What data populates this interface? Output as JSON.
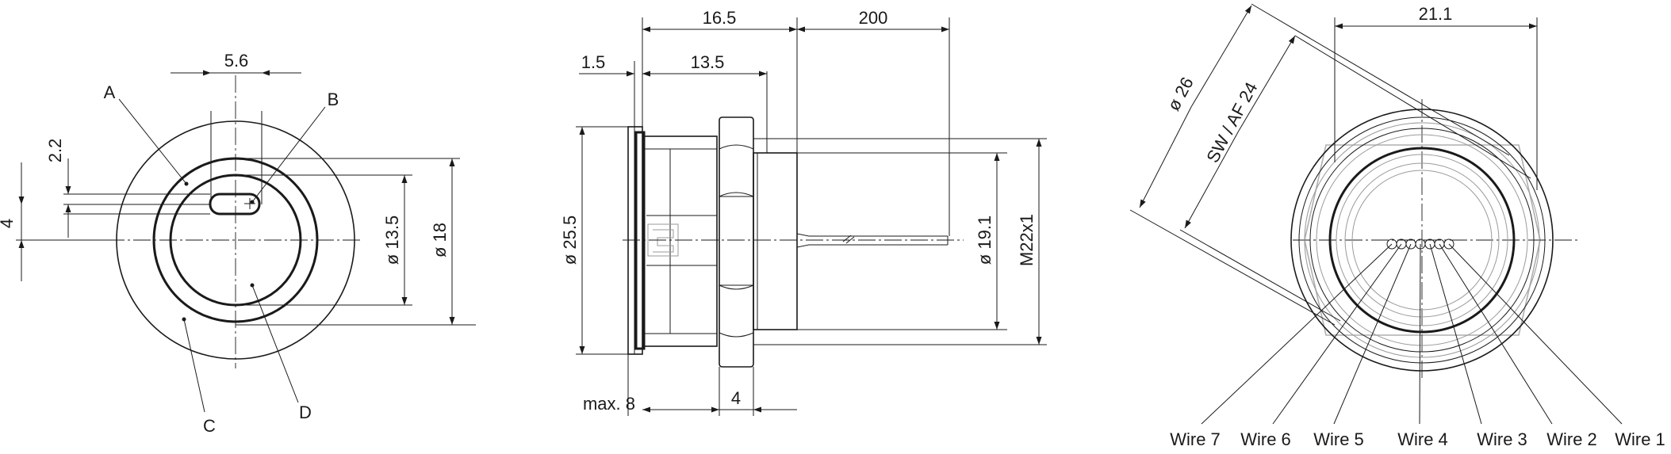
{
  "front_view": {
    "dim_width": "5.6",
    "dim_offset": "2.2",
    "dim_height": "4",
    "dim_inner_dia": "ø 13.5",
    "dim_outer_dia": "ø 18",
    "callout_a": "A",
    "callout_b": "B",
    "callout_c": "C",
    "callout_d": "D"
  },
  "side_view": {
    "dim_total": "16.5",
    "dim_body": "13.5",
    "dim_flange": "1.5",
    "dim_cable": "200",
    "dim_flange_dia": "ø 25.5",
    "dim_body_dia": "ø 19.1",
    "dim_thread": "M22x1",
    "dim_max": "max. 8",
    "dim_nut": "4"
  },
  "rear_view": {
    "dim_width": "21.1",
    "dim_outer_dia": "ø 26",
    "dim_across_flats": "SW / AF 24",
    "wires": [
      "Wire 7",
      "Wire 6",
      "Wire 5",
      "Wire 4",
      "Wire 3",
      "Wire 2",
      "Wire 1"
    ]
  }
}
